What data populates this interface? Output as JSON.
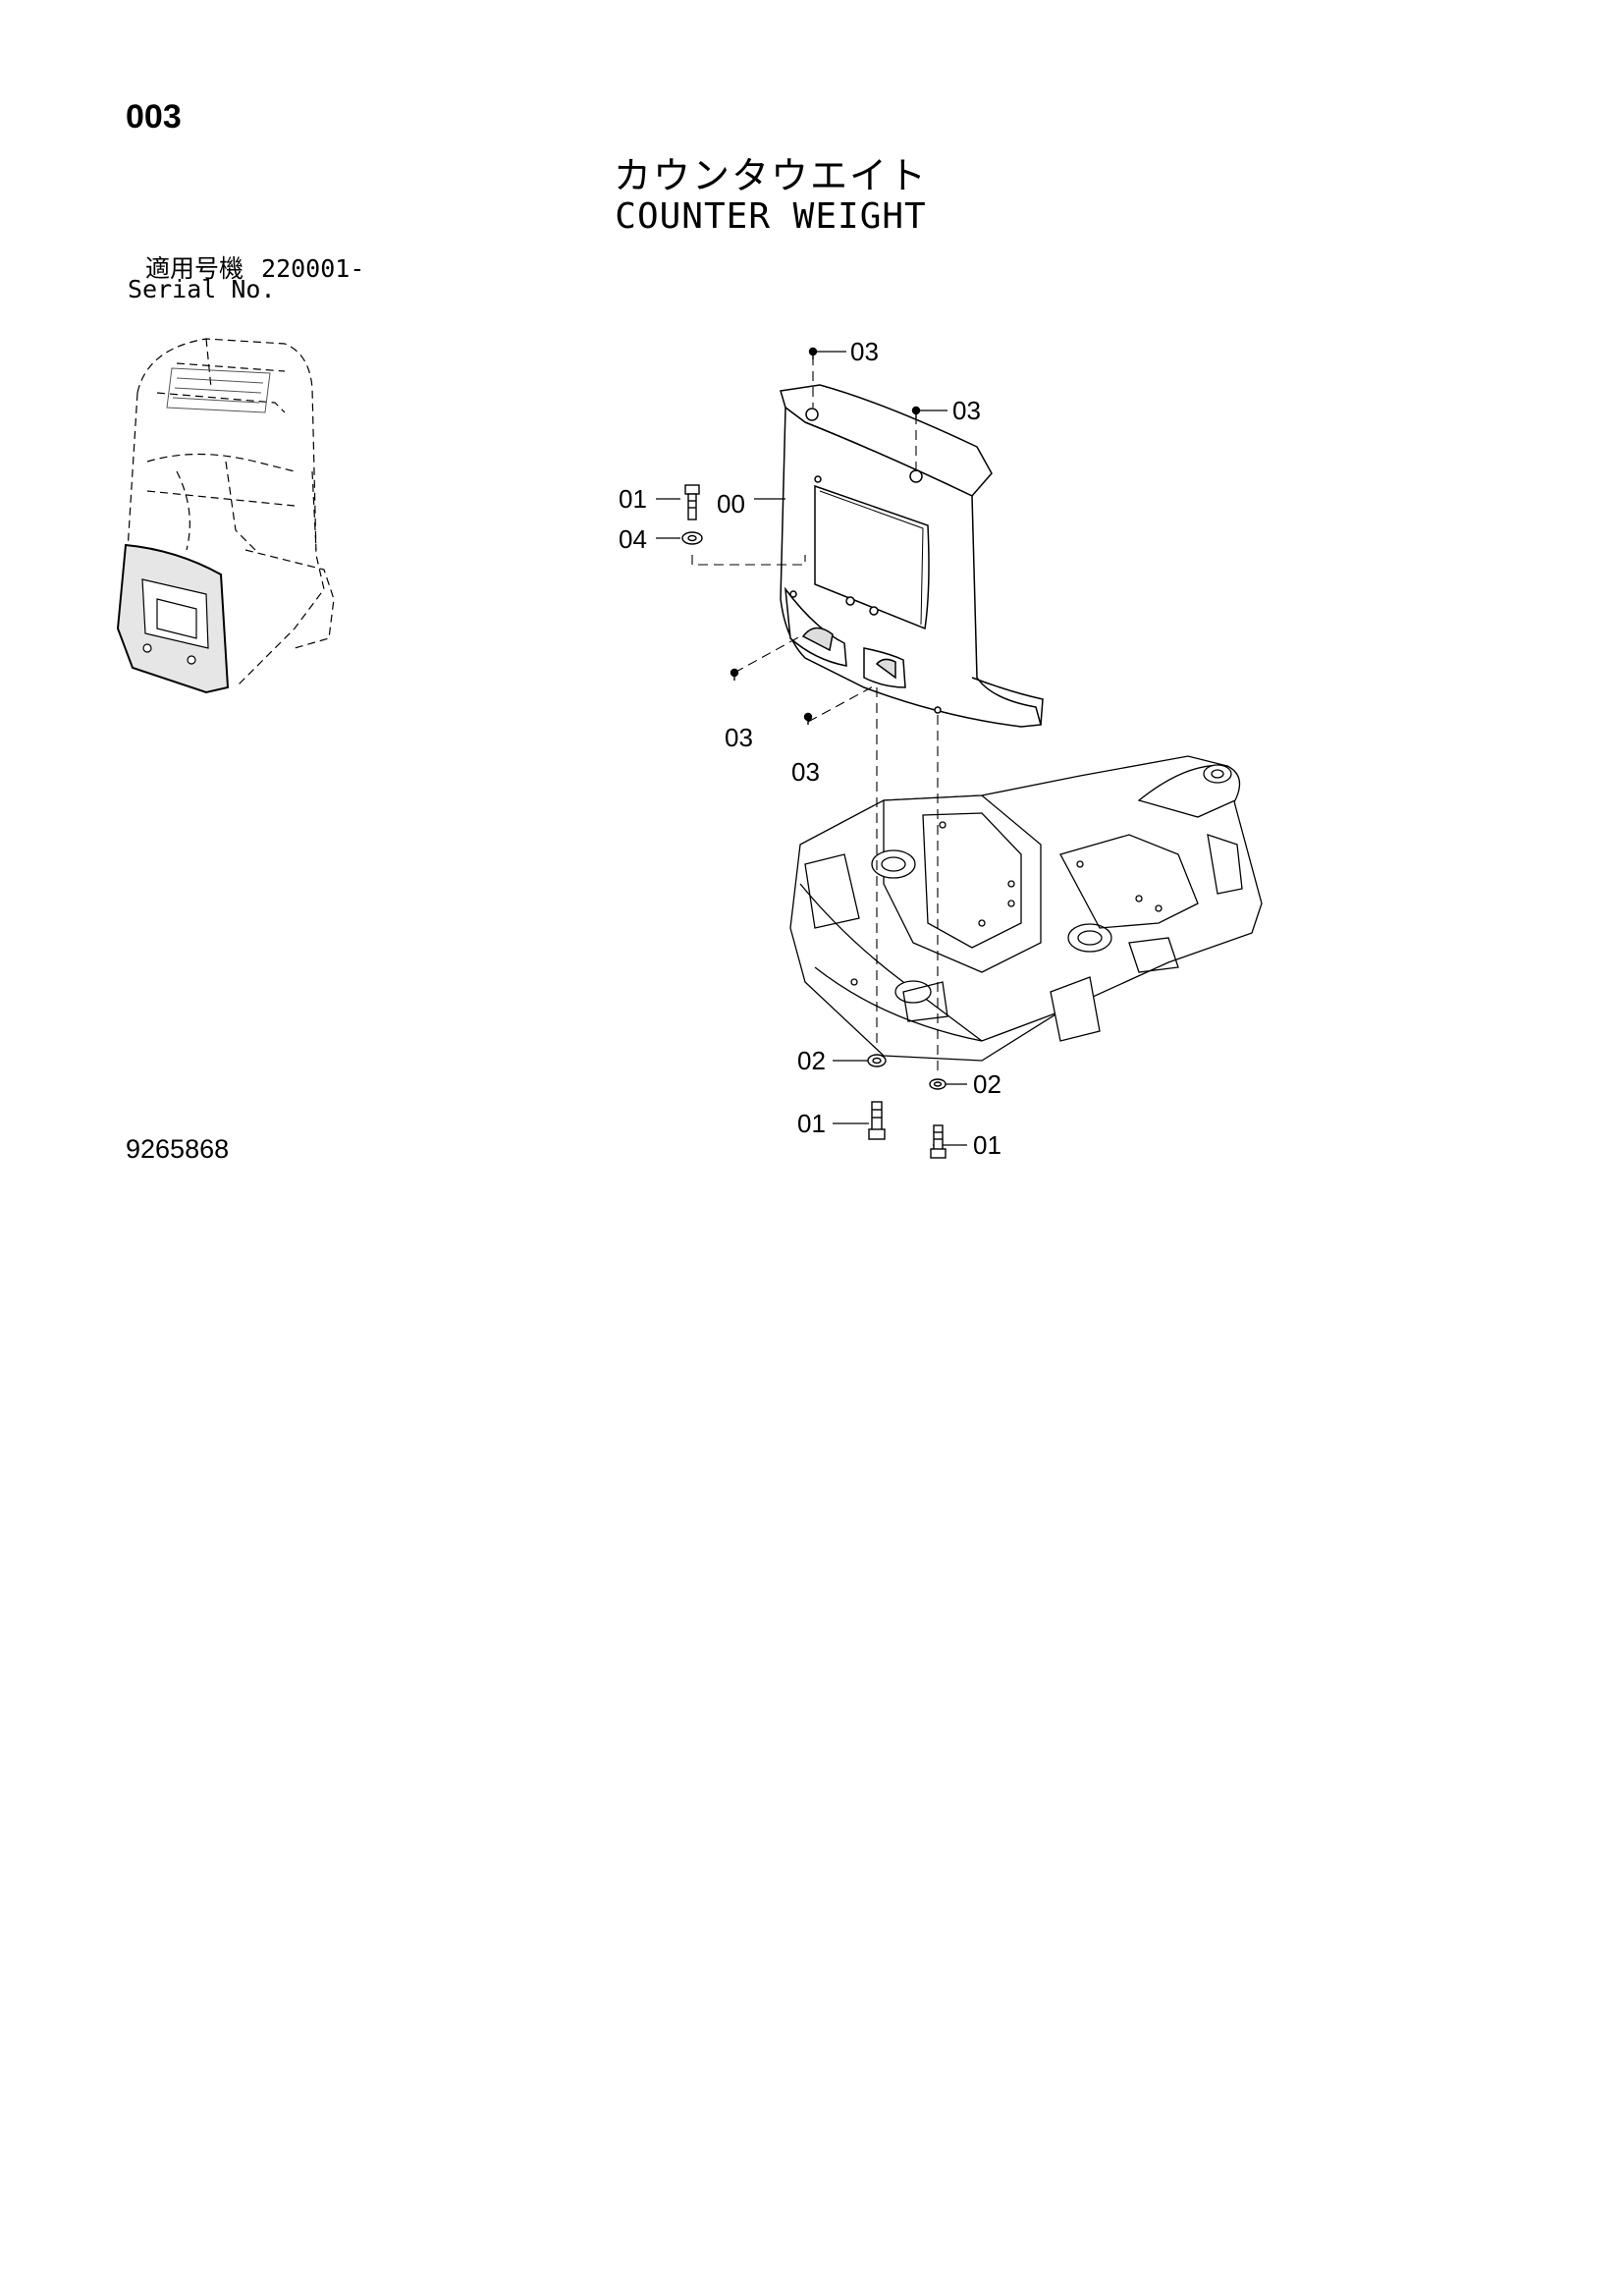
{
  "header": {
    "page_number": "003",
    "title_jp": "カウンタウエイト",
    "title_en": "COUNTER WEIGHT"
  },
  "serial": {
    "label_jp": "適用号機",
    "value": "220001-",
    "label_en": "Serial No."
  },
  "callouts": [
    {
      "id": "c1",
      "text": "03"
    },
    {
      "id": "c2",
      "text": "03"
    },
    {
      "id": "c3",
      "text": "01"
    },
    {
      "id": "c4",
      "text": "00"
    },
    {
      "id": "c5",
      "text": "04"
    },
    {
      "id": "c6",
      "text": "03"
    },
    {
      "id": "c7",
      "text": "03"
    },
    {
      "id": "c8",
      "text": "02"
    },
    {
      "id": "c9",
      "text": "02"
    },
    {
      "id": "c10",
      "text": "01"
    },
    {
      "id": "c11",
      "text": "01"
    }
  ],
  "footer": {
    "drawing_number": "9265868"
  }
}
